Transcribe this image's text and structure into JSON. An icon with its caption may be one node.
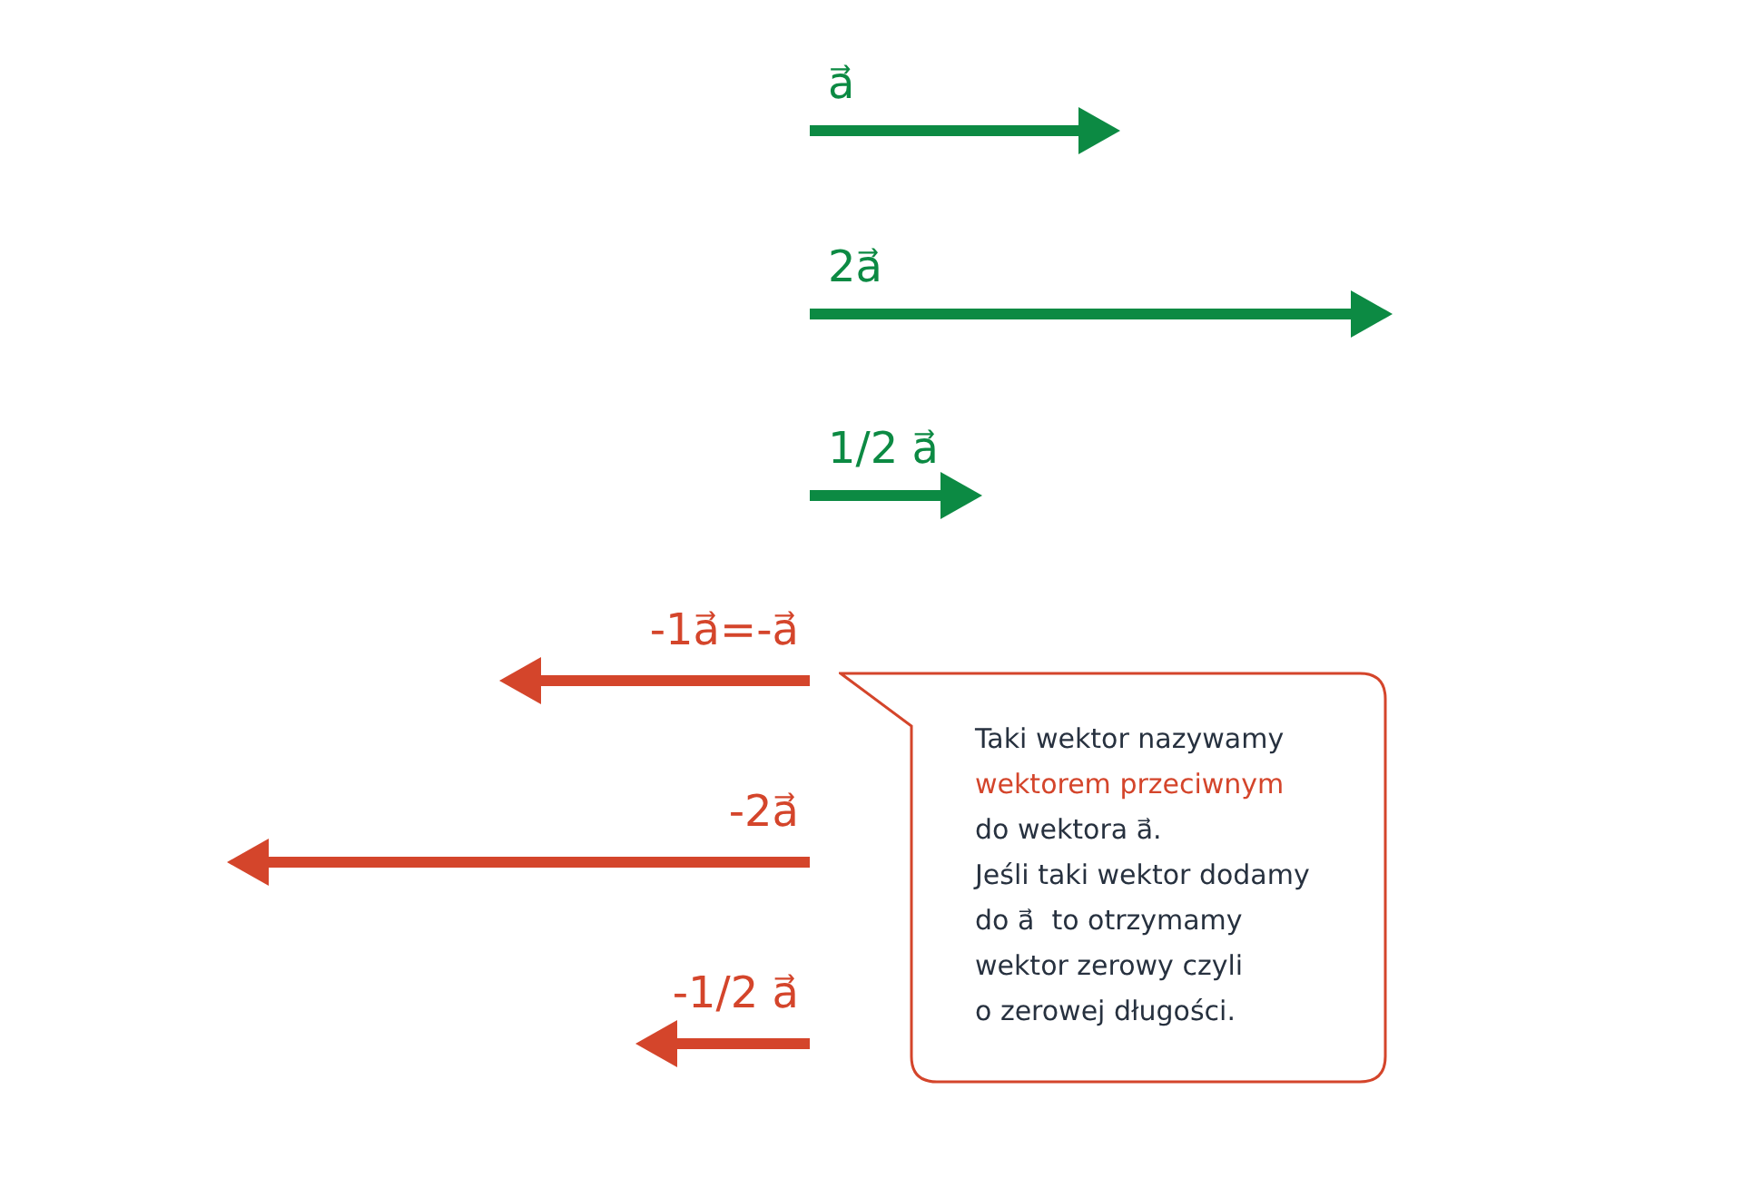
{
  "diagram": {
    "nodes": [
      {
        "text": [
          "Taki wektor nazywamy",
          "wektorem przeciwnym",
          "do wektora a⃗.",
          "Jeśli taki wektor dodamy",
          "do a⃗  to otrzymamy",
          "wektor zerowy czyli",
          "o zerowej długości."
        ]
      }
    ],
    "labels": [
      "a⃗",
      "2a⃗",
      "1/2 a⃗",
      "-1a⃗=-a⃗",
      "-2a⃗",
      "-1/2 a⃗"
    ]
  }
}
